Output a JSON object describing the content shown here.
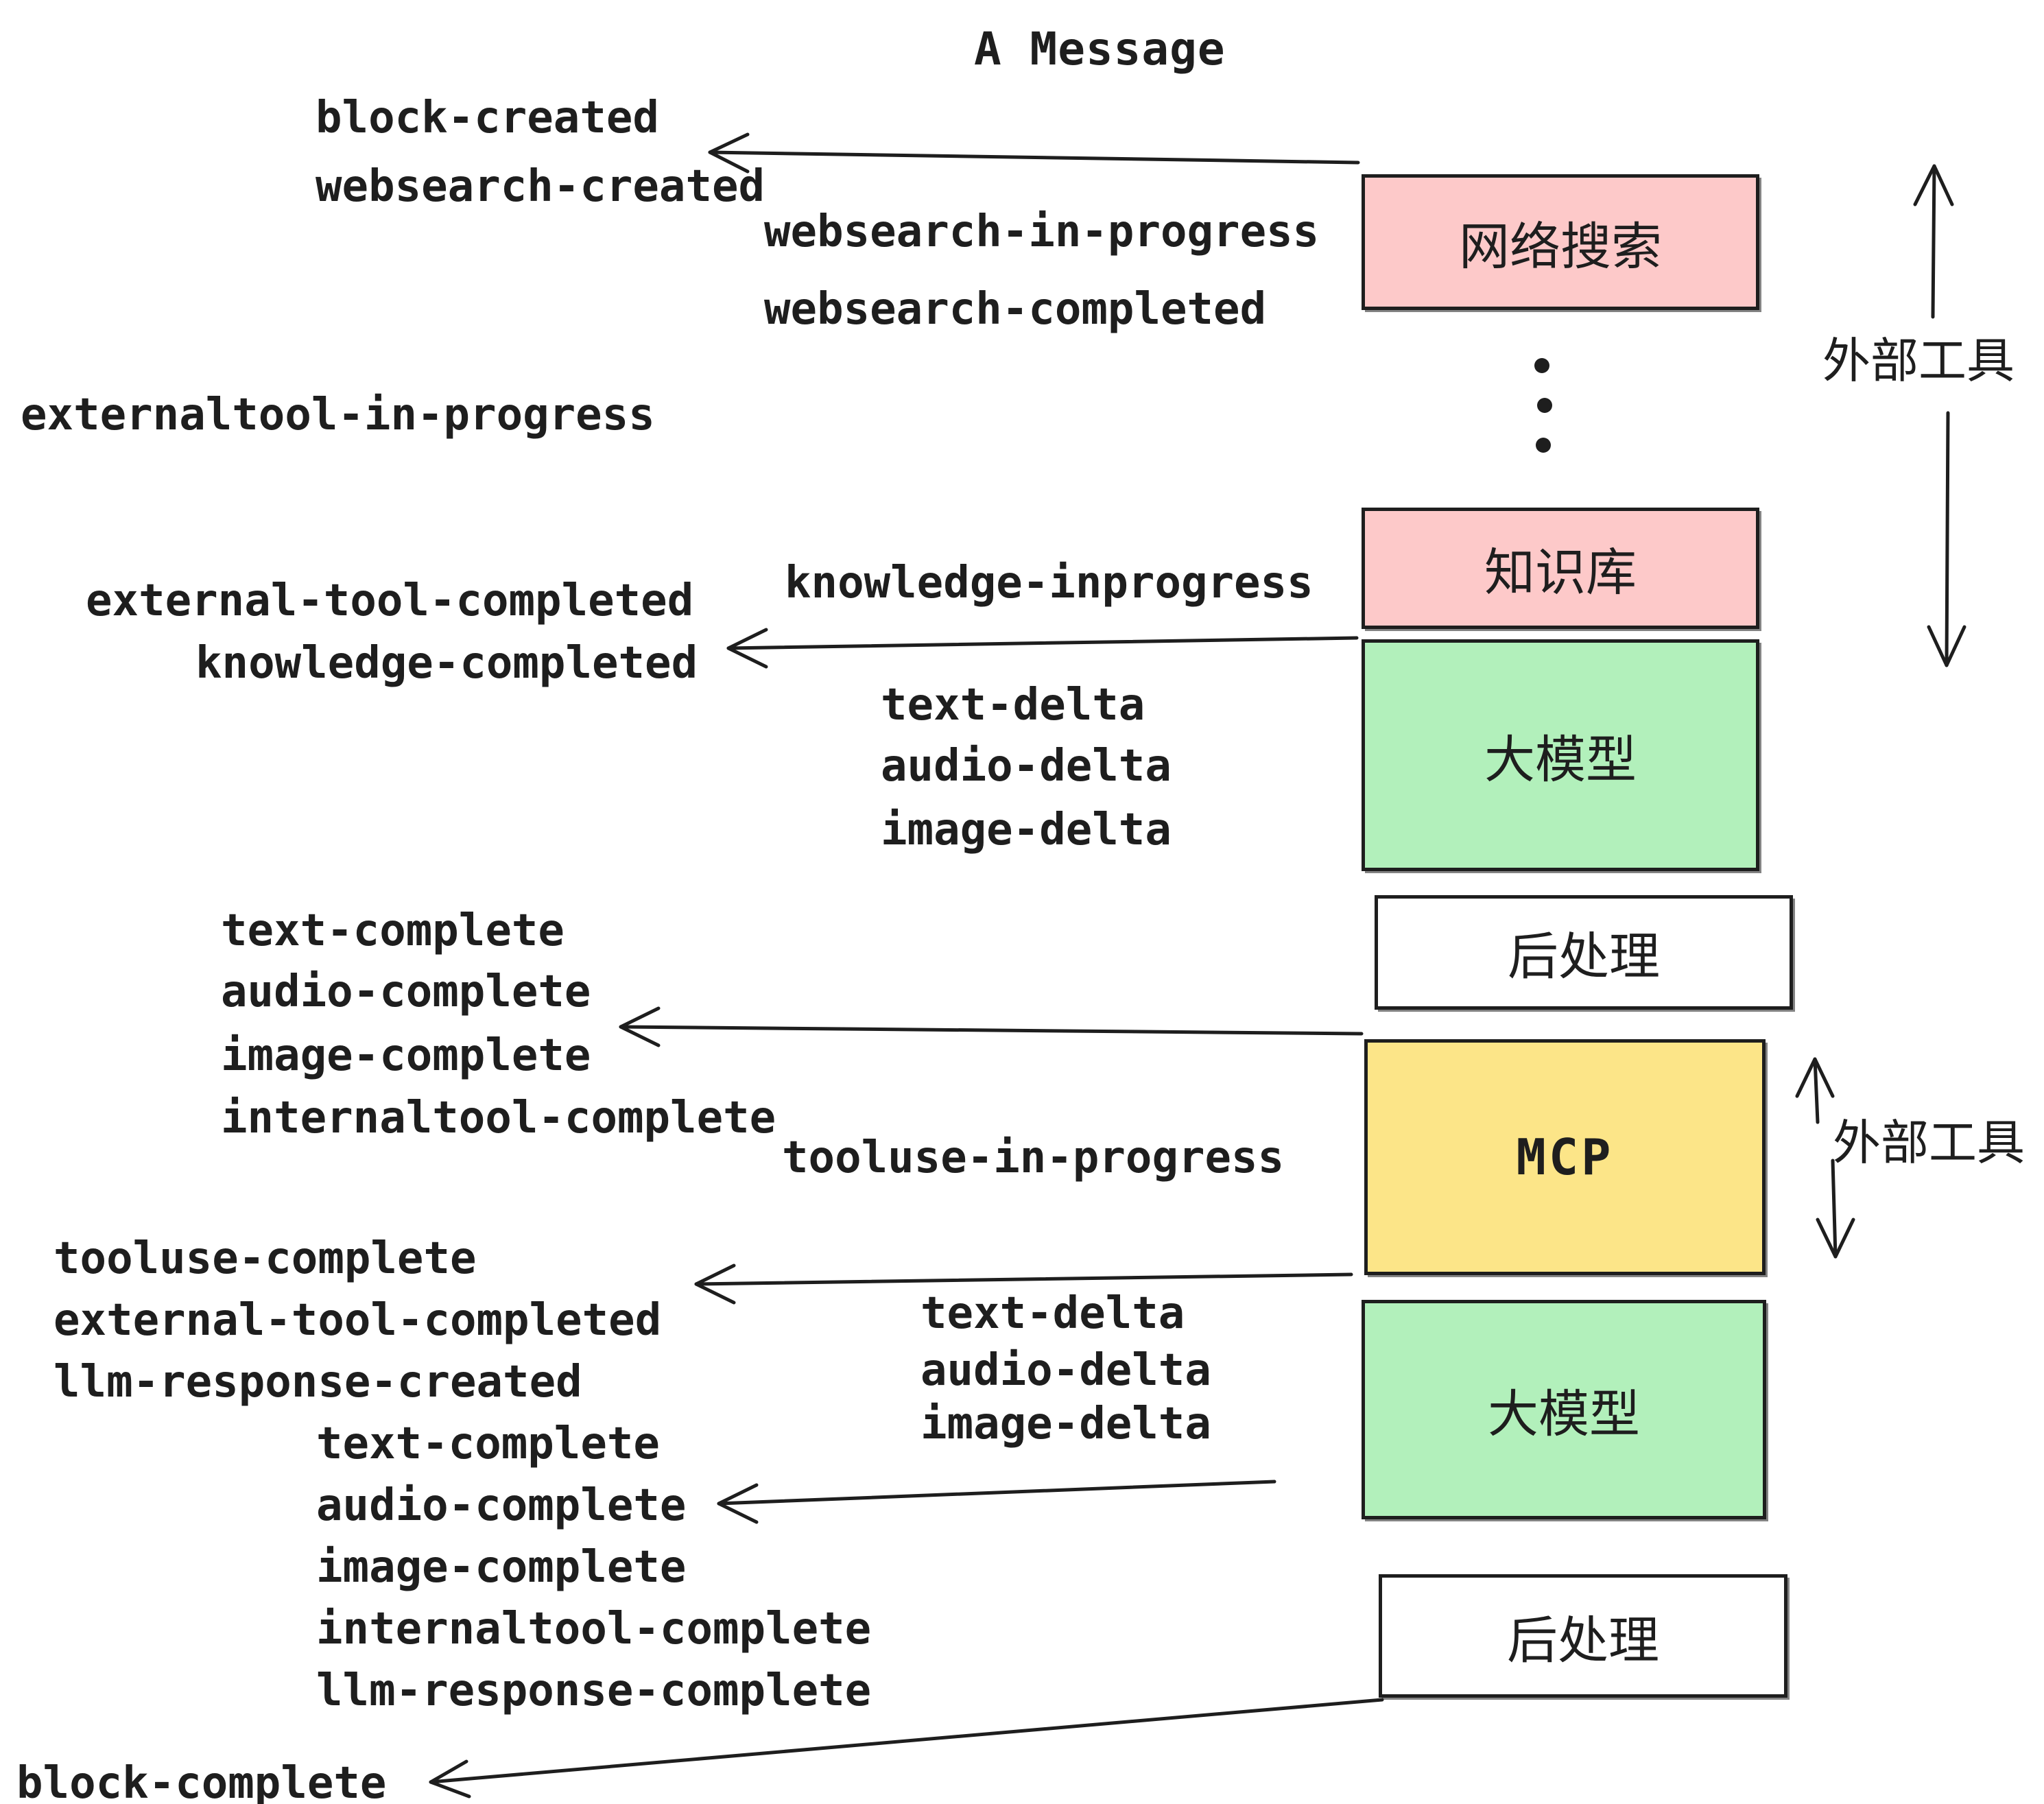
{
  "title": "A Message",
  "events": {
    "block-created": "block-created",
    "websearch-created": "websearch-created",
    "websearch-in-progress": "websearch-in-progress",
    "websearch-completed": "websearch-completed",
    "externaltool-in-progress": "externaltool-in-progress",
    "knowledge-inprogress": "knowledge-inprogress",
    "external-tool-completed": "external-tool-completed",
    "knowledge-completed": "knowledge-completed",
    "text-delta": "text-delta",
    "audio-delta": "audio-delta",
    "image-delta": "image-delta",
    "text-complete": "text-complete",
    "audio-complete": "audio-complete",
    "image-complete": "image-complete",
    "internaltool-complete": "internaltool-complete",
    "tooluse-in-progress": "tooluse-in-progress",
    "tooluse-complete": "tooluse-complete",
    "llm-response-created": "llm-response-created",
    "llm-response-complete": "llm-response-complete",
    "block-complete": "block-complete"
  },
  "boxes": {
    "websearch": "网络搜索",
    "knowledge": "知识库",
    "llm": "大模型",
    "post": "后处理",
    "mcp": "MCP"
  },
  "annotations": {
    "external-tools": "外部工具"
  },
  "colors": {
    "box_pink": "#fdc9c9",
    "box_green": "#b2f0bb",
    "box_yellow": "#fce588",
    "box_white": "#ffffff",
    "stroke": "#1e1e1e"
  }
}
